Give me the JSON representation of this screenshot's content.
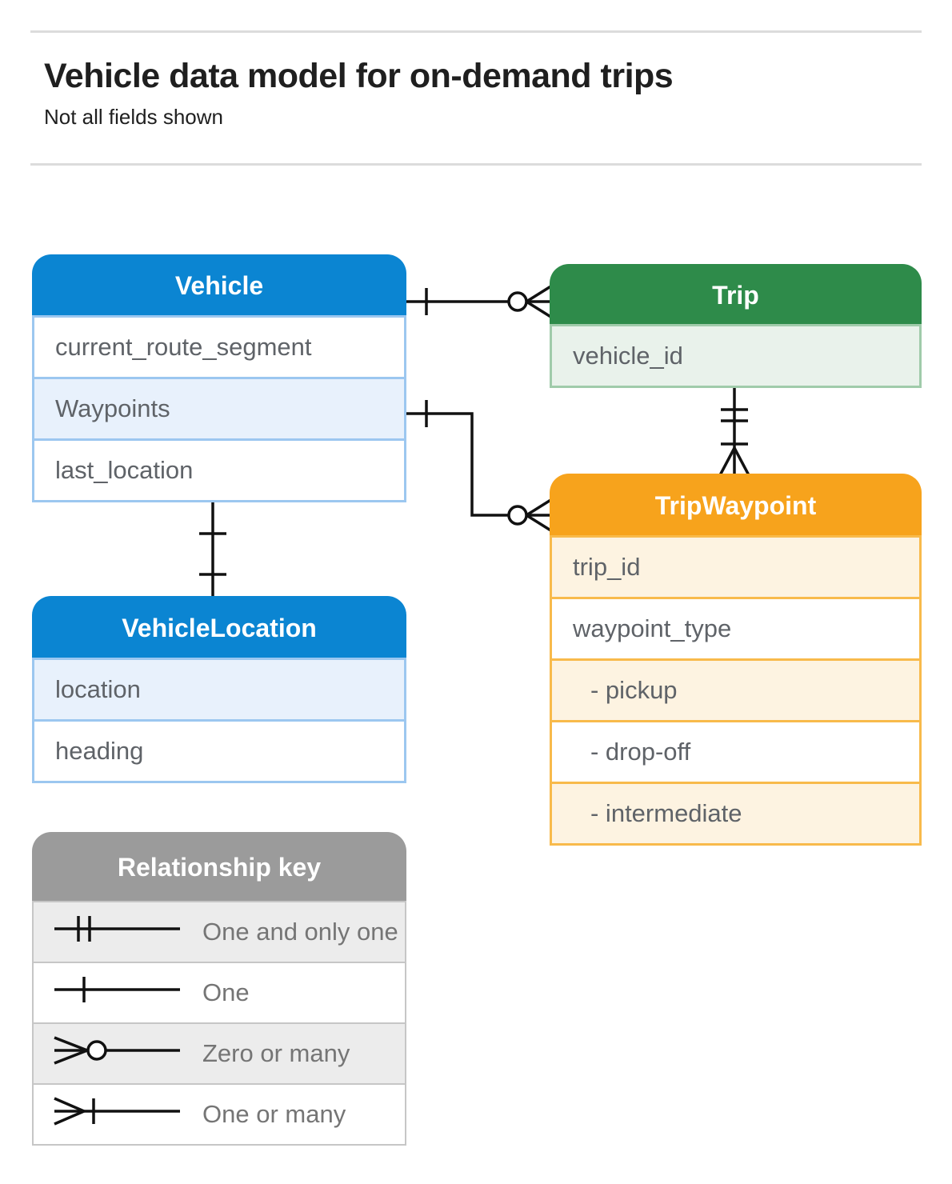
{
  "page": {
    "title": "Vehicle data model for on-demand trips",
    "subtitle": "Not all fields shown"
  },
  "tables": {
    "vehicle": {
      "title": "Vehicle",
      "fields": [
        {
          "label": "current_route_segment"
        },
        {
          "label": "Waypoints"
        },
        {
          "label": "last_location"
        }
      ]
    },
    "trip": {
      "title": "Trip",
      "fields": [
        {
          "label": "vehicle_id"
        }
      ]
    },
    "tripWaypoint": {
      "title": "TripWaypoint",
      "fields": [
        {
          "label": "trip_id"
        },
        {
          "label": "waypoint_type"
        },
        {
          "label": "- pickup"
        },
        {
          "label": "- drop-off"
        },
        {
          "label": "- intermediate"
        }
      ]
    },
    "vehicleLocation": {
      "title": "VehicleLocation",
      "fields": [
        {
          "label": "location"
        },
        {
          "label": "heading"
        }
      ]
    }
  },
  "legend": {
    "title": "Relationship key",
    "items": [
      {
        "symbol": "one-and-only-one",
        "label": "One and only one"
      },
      {
        "symbol": "one",
        "label": "One"
      },
      {
        "symbol": "zero-or-many",
        "label": "Zero or many"
      },
      {
        "symbol": "one-or-many",
        "label": "One or many"
      }
    ]
  },
  "connectors": [
    {
      "from": "Vehicle",
      "to": "Trip",
      "from_end": "one",
      "to_end": "zero-or-many"
    },
    {
      "from": "Vehicle.Waypoints",
      "to": "TripWaypoint",
      "from_end": "one",
      "to_end": "zero-or-many"
    },
    {
      "from": "Trip",
      "to": "TripWaypoint",
      "from_end": "one-and-only-one",
      "to_end": "one-or-many"
    },
    {
      "from": "Vehicle",
      "to": "VehicleLocation",
      "from_end": "one",
      "to_end": "one"
    }
  ],
  "colors": {
    "blue": "#0b85d2",
    "blue_light": "#e8f1fc",
    "blue_border": "#9cc7f0",
    "green": "#2e8b4a",
    "green_light": "#e9f2eb",
    "green_border": "#a0cbaa",
    "orange": "#f7a31c",
    "orange_light": "#fdf3e1",
    "orange_border": "#f8ba4b",
    "gray": "#9b9b9b",
    "gray_light": "#ececec",
    "gray_border": "#c6c6c6",
    "text_dark": "#1f1f1f",
    "text_row": "#5f6368",
    "text_legend": "#757575",
    "line": "#111111",
    "rule": "#dcdcdc"
  }
}
